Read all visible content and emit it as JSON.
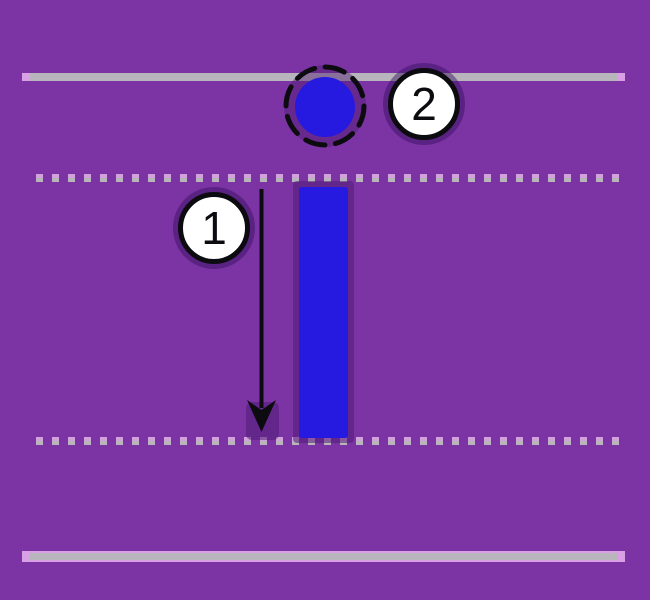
{
  "steps": [
    {
      "number": "1"
    },
    {
      "number": "2"
    }
  ],
  "icons": {
    "down_arrow": "stroke-direction-down-arrow",
    "dashed_circle": "dot-trace-target",
    "badge_shape": "numbered-circle"
  },
  "colors": {
    "background": "#7C34A4",
    "ink_blue": "#2619E0",
    "guide_gray": "#B9B5BC",
    "guide_lavender": "#D9A0E6",
    "dot_top": "#D2A2DC",
    "stroke_black": "#0C0C10",
    "halo_purple": "#4E1C74",
    "badge_white": "#FFFFFF"
  }
}
